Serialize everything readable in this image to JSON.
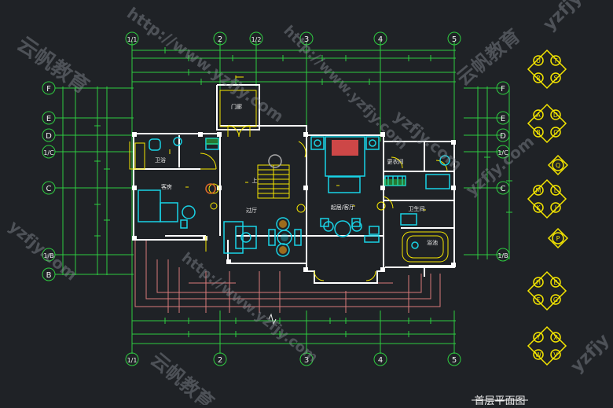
{
  "colors": {
    "background": "#1f2226",
    "grid": "#2ecc40",
    "wall": "#ffffff",
    "yellow": "#f5e600",
    "cyan": "#19d3e6",
    "red": "#e04b4b",
    "pink": "#d97a7a",
    "magenta": "#d14fd8",
    "watermark": "#8a8f96"
  },
  "axes": {
    "top_cols": [
      "1/1",
      "2",
      "1/2",
      "3",
      "4",
      "5"
    ],
    "bottom_cols": [
      "1/1",
      "2",
      "3",
      "4",
      "5"
    ],
    "left_rows": [
      "F",
      "E",
      "D",
      "1/C",
      "C",
      "1/B",
      "B"
    ],
    "right_rows": [
      "F",
      "E",
      "D",
      "1/C",
      "C",
      "1/B"
    ]
  },
  "rooms": {
    "foyer": "门廊",
    "bathroom_left": "卫浴",
    "guest_room": "客房",
    "hall": "过厅",
    "lounge": "起居/客厅",
    "dressing": "更衣间",
    "bathroom_right": "卫生间",
    "bath": "浴池",
    "stair_up": "上"
  },
  "legend_keys": [
    [
      "U",
      "T",
      "R",
      "S"
    ],
    [
      "A",
      "D",
      "B",
      "C"
    ],
    [
      "Q"
    ],
    [
      "M",
      "L",
      "K",
      "J"
    ],
    [
      "P"
    ],
    [
      "H",
      "E",
      "F",
      "G"
    ],
    [
      "Y",
      "X",
      "W",
      "V"
    ]
  ],
  "drawing_title": "首层平面图",
  "watermarks": {
    "url": "http://www.yzfjy.com",
    "domain": "yzfjy.com",
    "brand": "云帆教育",
    "short": "yzfjy"
  }
}
